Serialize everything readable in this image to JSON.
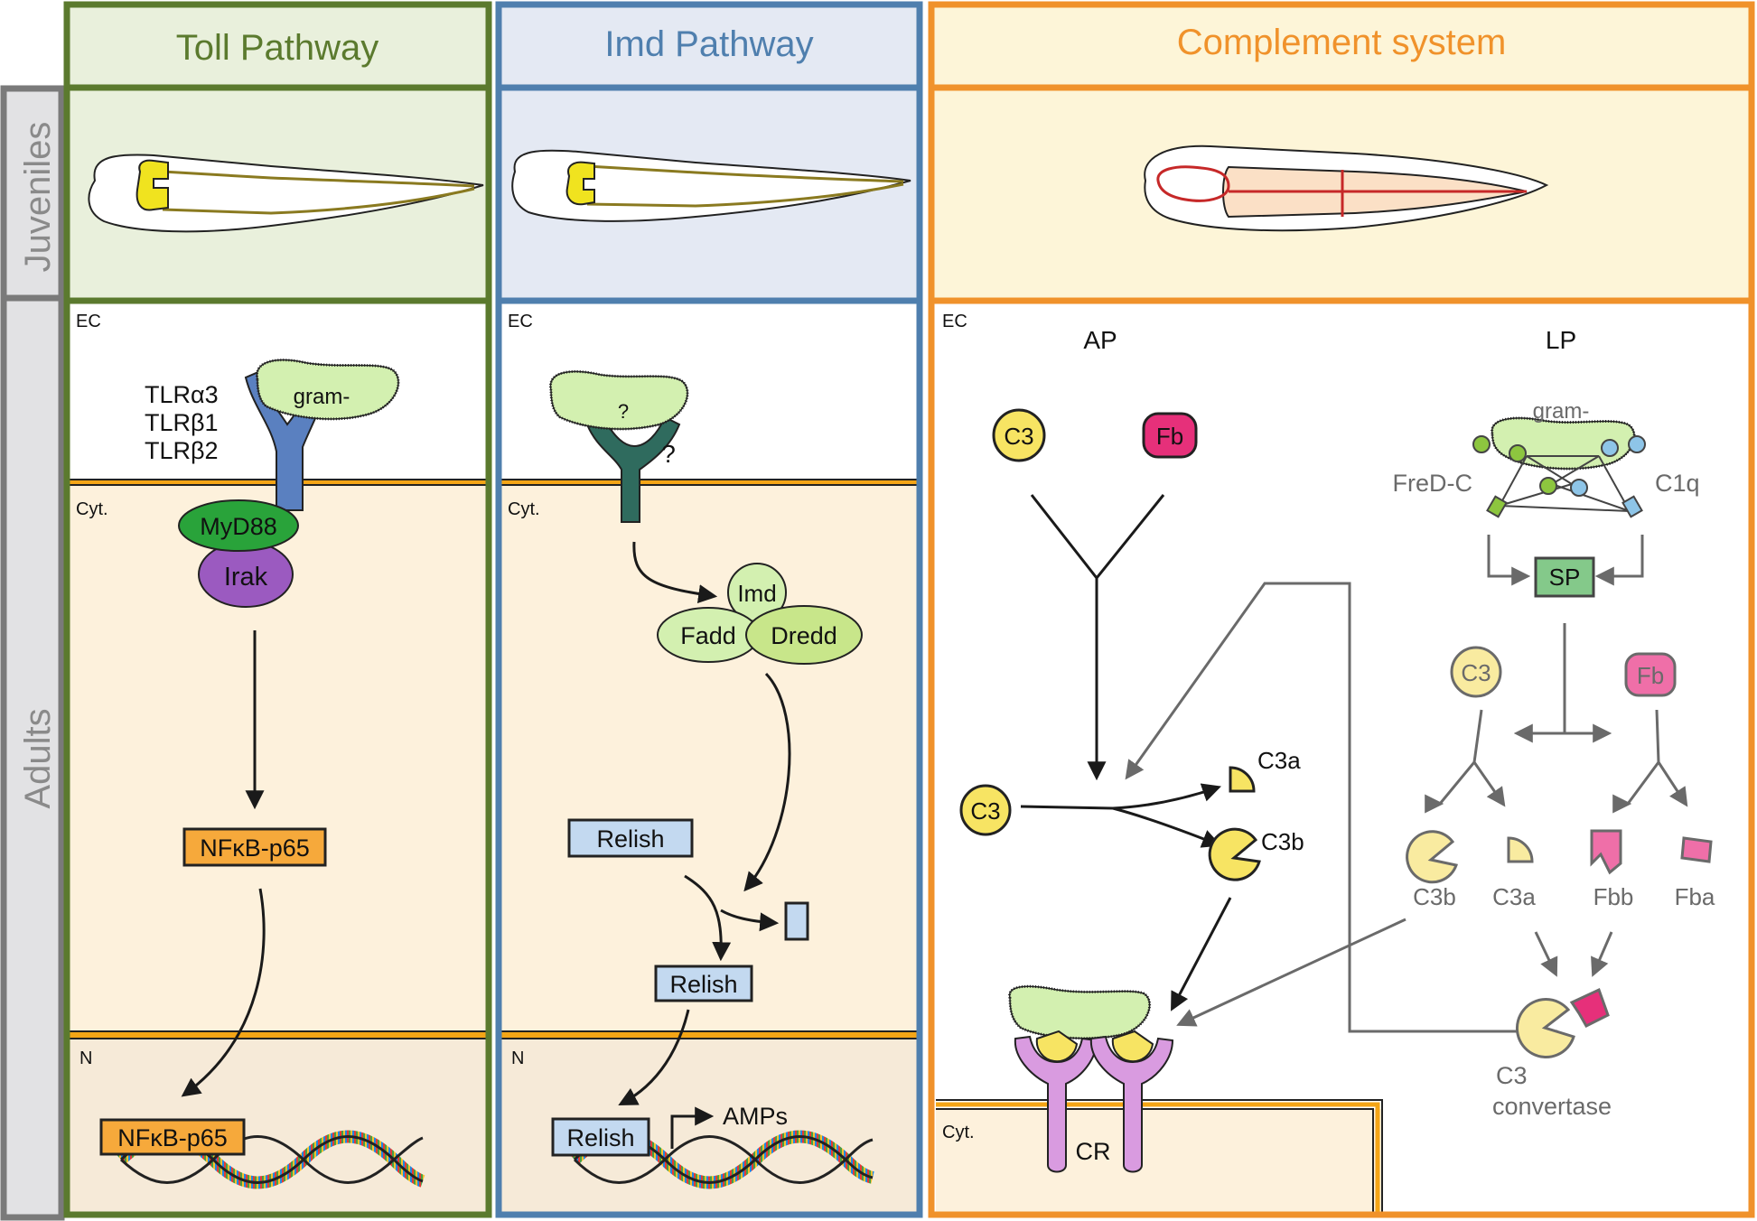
{
  "columns": {
    "toll": {
      "title": "Toll Pathway",
      "color": "#5b7a2e",
      "bg": "#e9f0dc"
    },
    "imd": {
      "title": "Imd Pathway",
      "color": "#4f7fae",
      "bg": "#e4e9f3"
    },
    "complement": {
      "title": "Complement system",
      "color": "#f0922b",
      "bg": "#fdf5d8"
    }
  },
  "rows": {
    "juveniles": "Juveniles",
    "adults": "Adults"
  },
  "compartments": {
    "ec": "EC",
    "cyt": "Cyt.",
    "n": "N"
  },
  "toll": {
    "receptor_labels": [
      "TLRα3",
      "TLRβ1",
      "TLRβ2"
    ],
    "bacterium": "gram-",
    "myd88": "MyD88",
    "irak": "Irak",
    "nfkb": "NFκB-p65",
    "nfkb_dna": "NFκB-p65"
  },
  "imd": {
    "bacterium": "?",
    "receptor": "?",
    "imd": "Imd",
    "fadd": "Fadd",
    "dredd": "Dredd",
    "relish_full": "Relish",
    "relish_cleaved": "Relish",
    "relish_dna": "Relish",
    "amps": "AMPs"
  },
  "complement": {
    "ap": "AP",
    "lp": "LP",
    "c3_top": "C3",
    "fb_top": "Fb",
    "c3_mid": "C3",
    "c3a": "C3a",
    "c3b": "C3b",
    "gram": "gram-",
    "fredc": "FreD-C",
    "c1q": "C1q",
    "sp": "SP",
    "lp_c3": "C3",
    "lp_fb": "Fb",
    "lp_c3b": "C3b",
    "lp_c3a": "C3a",
    "fbb": "Fbb",
    "fba": "Fba",
    "convertase": [
      "C3",
      "convertase"
    ],
    "cr": "CR"
  },
  "colors": {
    "cytoplasm": "#fdf1dc",
    "nucleus": "#f6ead8",
    "membrane": "#f4a516",
    "gray_border": "#7a7a7a",
    "row_label_bg": "#e2e2e4",
    "row_label_text": "#8a8a8a",
    "bacterium": "#d3f0b0",
    "c3_yellow": "#f7e463",
    "fb_pink": "#e6307a",
    "relish_blue": "#c3d9f0",
    "nfkb_orange": "#f6a93b",
    "myd88_green": "#29a33a",
    "irak_purple": "#9b5ac0",
    "receptor_blue": "#5a80c0",
    "imd_receptor": "#2f6b5e",
    "sp_green": "#84c98a",
    "cr_purple": "#d99be0"
  }
}
